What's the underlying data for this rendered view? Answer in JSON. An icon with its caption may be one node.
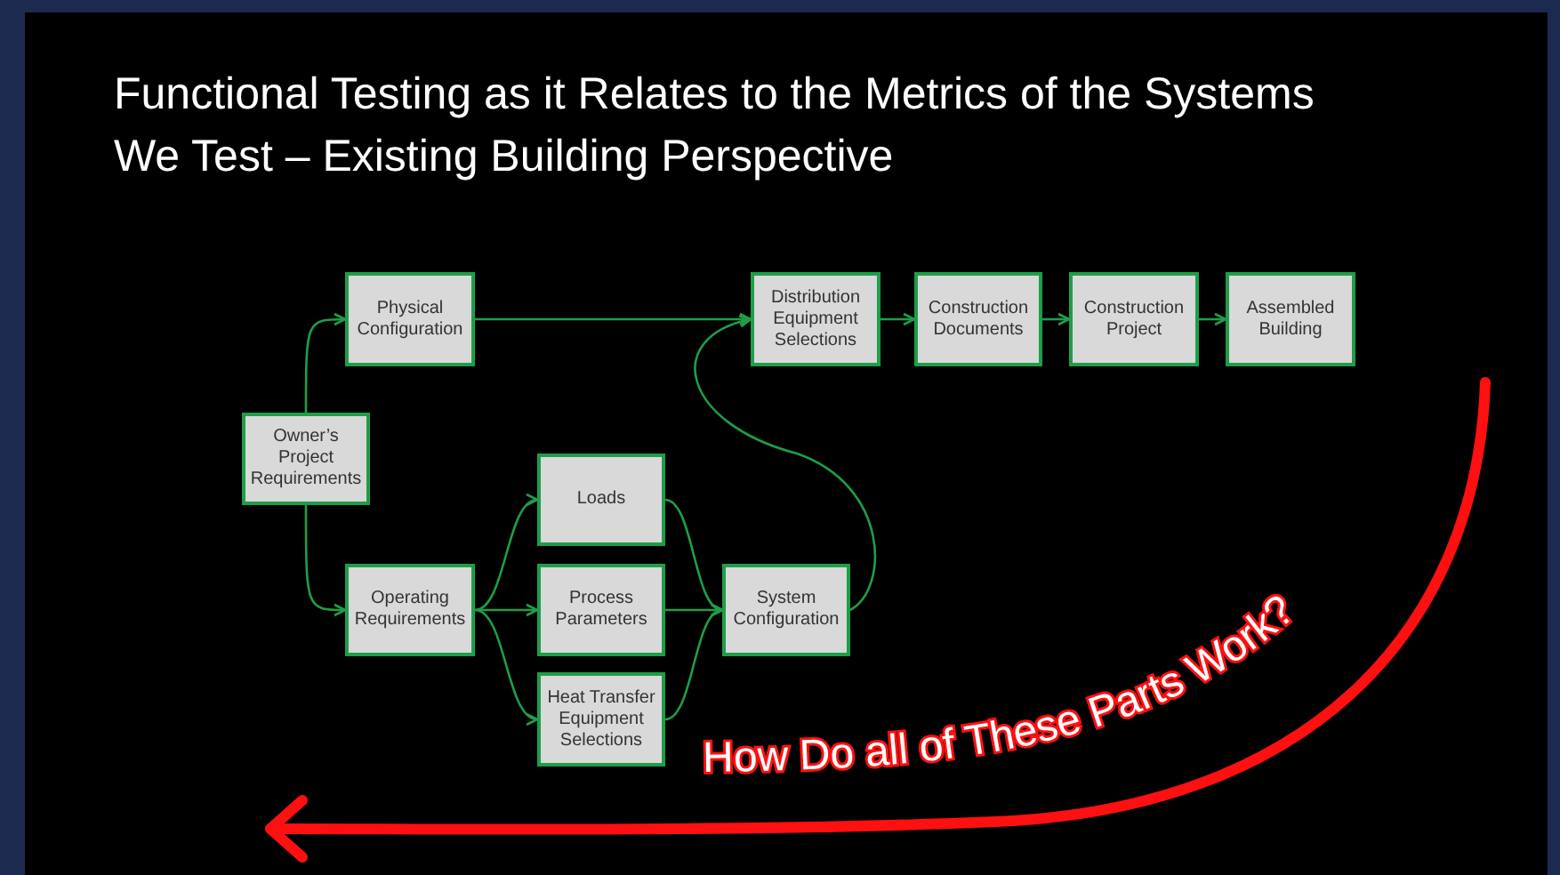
{
  "diagram": {
    "title": "Functional Testing as it Relates to the Metrics of the Systems We Test – Existing Building Perspective",
    "nodes": [
      {
        "text": [
          "Physical Configuration"
        ]
      },
      {
        "text": [
          "Distribution Equipment Selections"
        ]
      },
      {
        "text": [
          "Construction Documents"
        ]
      },
      {
        "text": [
          "Construction Project"
        ]
      },
      {
        "text": [
          "Assembled Building"
        ]
      },
      {
        "text": [
          "Owner’s Project Requirements"
        ]
      },
      {
        "text": [
          "Loads"
        ]
      },
      {
        "text": [
          "Operating Requirements"
        ]
      },
      {
        "text": [
          "Process Parameters"
        ]
      },
      {
        "text": [
          "System Configuration"
        ]
      },
      {
        "text": [
          "Heat Transfer Equipment Selections"
        ]
      }
    ],
    "edges": [
      {
        "from": 5,
        "to": 0,
        "arrow": "to"
      },
      {
        "from": 5,
        "to": 7,
        "arrow": "to"
      },
      {
        "from": 0,
        "to": 1,
        "arrow": "to"
      },
      {
        "from": 1,
        "to": 2,
        "arrow": "to"
      },
      {
        "from": 2,
        "to": 3,
        "arrow": "to"
      },
      {
        "from": 3,
        "to": 4,
        "arrow": "to"
      },
      {
        "from": 7,
        "to": 6,
        "arrow": "to"
      },
      {
        "from": 7,
        "to": 8,
        "arrow": "to"
      },
      {
        "from": 7,
        "to": 10,
        "arrow": "to"
      },
      {
        "from": 6,
        "to": 9,
        "arrow": "to"
      },
      {
        "from": 8,
        "to": 9,
        "arrow": "to"
      },
      {
        "from": 10,
        "to": 9,
        "arrow": "to"
      },
      {
        "from": 9,
        "to": 1,
        "arrow": "to"
      }
    ],
    "labels": [
      "How Do all of These Parts Work?"
    ]
  }
}
